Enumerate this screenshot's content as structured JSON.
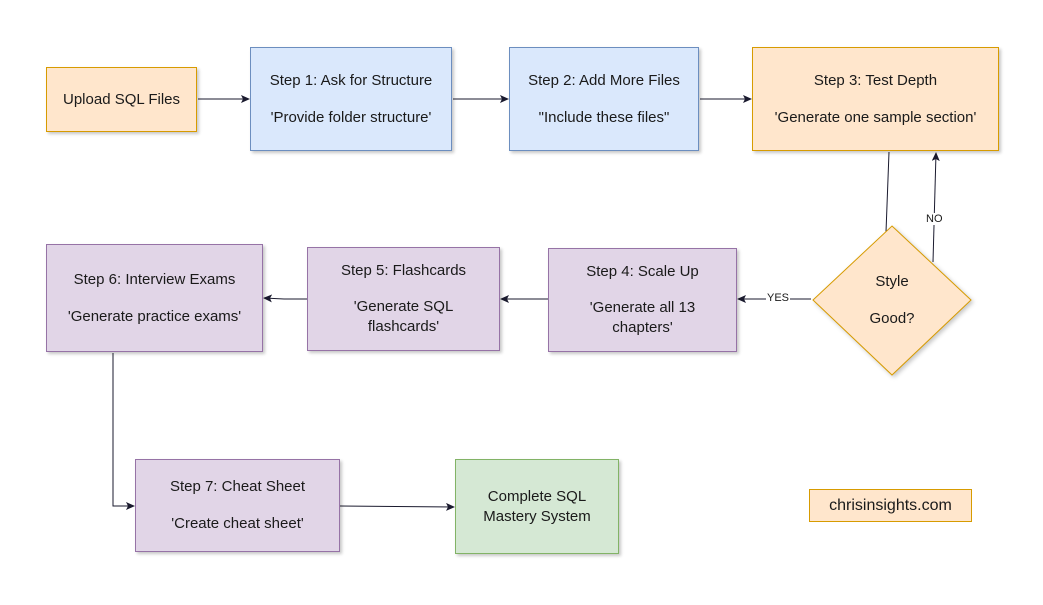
{
  "colors": {
    "orange_fill": "#ffe6cc",
    "orange_stroke": "#d79b00",
    "blue_fill": "#dae8fc",
    "blue_stroke": "#6c8ebf",
    "purple_fill": "#e1d5e7",
    "purple_stroke": "#9673a6",
    "green_fill": "#d5e8d4",
    "green_stroke": "#82b366",
    "edge": "#1a1a2e"
  },
  "nodes": {
    "upload": {
      "title": "Upload SQL Files"
    },
    "step1": {
      "title": "Step 1: Ask for Structure",
      "prompt": "'Provide folder structure'"
    },
    "step2": {
      "title": "Step 2: Add More Files",
      "prompt": "\"Include these files\""
    },
    "step3": {
      "title": "Step 3: Test Depth",
      "prompt": "'Generate one sample section'"
    },
    "decision": {
      "line1": "Style",
      "line2": "Good?"
    },
    "step4": {
      "title": "Step 4: Scale Up",
      "prompt_line1": "'Generate all 13",
      "prompt_line2": "chapters'"
    },
    "step5": {
      "title": "Step 5: Flashcards",
      "prompt_line1": "'Generate SQL",
      "prompt_line2": "flashcards'"
    },
    "step6": {
      "title": "Step 6: Interview Exams",
      "prompt": "'Generate practice exams'"
    },
    "step7": {
      "title": "Step 7: Cheat Sheet",
      "prompt": "'Create cheat sheet'"
    },
    "final": {
      "line1": "Complete SQL",
      "line2": "Mastery System"
    }
  },
  "edge_labels": {
    "yes": "YES",
    "no": "NO"
  },
  "brand": {
    "text": "chrisinsights.com"
  }
}
